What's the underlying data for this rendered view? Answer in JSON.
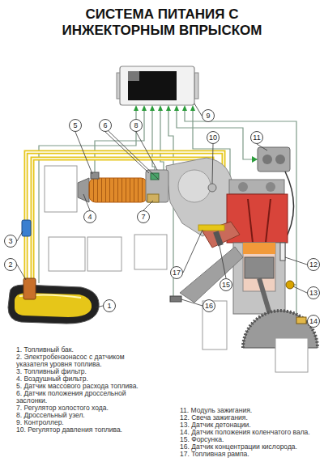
{
  "diagram": {
    "title": "СИСТЕМА ПИТАНИЯ С ИНЖЕКТОРНЫМ ВПРЫСКОМ",
    "nodes": [
      {
        "text": [
          "9"
        ]
      },
      {
        "text": [
          "5"
        ]
      },
      {
        "text": [
          "6"
        ]
      },
      {
        "text": [
          "8"
        ]
      },
      {
        "text": [
          "10"
        ]
      },
      {
        "text": [
          "11"
        ]
      },
      {
        "text": [
          "4"
        ]
      },
      {
        "text": [
          "7"
        ]
      },
      {
        "text": [
          "3"
        ]
      },
      {
        "text": [
          "2"
        ]
      },
      {
        "text": [
          "12"
        ]
      },
      {
        "text": [
          "17"
        ]
      },
      {
        "text": [
          "15"
        ]
      },
      {
        "text": [
          "13"
        ]
      },
      {
        "text": [
          "1"
        ]
      },
      {
        "text": [
          "16"
        ]
      },
      {
        "text": [
          "14"
        ]
      }
    ],
    "labels": [
      "1. Топливный бак.",
      "2. Электробензонасос с датчиком указателя уровня топлива.",
      "3. Топливный фильтр.",
      "4. Воздушный фильтр.",
      "5. Датчик массового расхода топлива.",
      "6. Датчик положения дроссельной заслонки.",
      "7. Регулятор холостого хода.",
      "8. Дроссельный узел.",
      "9. Контроллер.",
      "10. Регулятор давления топлива.",
      "11. Модуль зажигания.",
      "12. Свеча зажигания.",
      "13. Датчик детонации.",
      "14. Датчик положения коленчатого вала.",
      "15. Форсунка.",
      "16. Датчик концентрации кислорода.",
      "17. Топливная рампа."
    ]
  }
}
